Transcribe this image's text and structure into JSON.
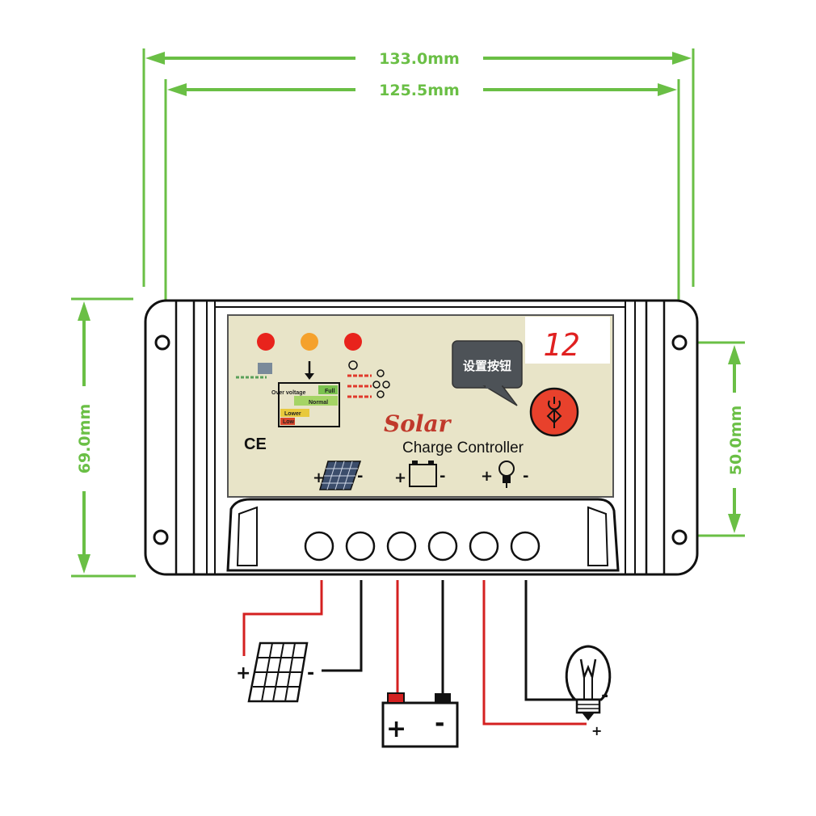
{
  "dimensions": {
    "overall_width": "133.0mm",
    "hole_spacing_width": "125.5mm",
    "overall_height": "69.0mm",
    "hole_spacing_height": "50.0mm"
  },
  "panel": {
    "brand": "Solar",
    "subtitle": "Charge Controller",
    "ce_mark": "CE",
    "display_value": "12",
    "button_tooltip": "设置按钮",
    "over_voltage_label": "Over voltage",
    "full_label": "Full",
    "normal_label": "Normal",
    "lower_label": "Lower",
    "low_label": "Low",
    "indicator_colors": [
      "#e8231c",
      "#f5a12c",
      "#e8231c"
    ],
    "set_button_color": "#e8412c"
  },
  "terminals": {
    "count": 6,
    "panel_plus": "+",
    "panel_minus": "-",
    "battery_plus": "+",
    "battery_minus": "-",
    "load_plus": "+",
    "load_minus": "-"
  },
  "colors": {
    "dimension": "#6abf45",
    "positive_wire": "#d42020",
    "negative_wire": "#111111",
    "face": "#e8e4c8"
  },
  "icons": [
    "solar-panel-icon",
    "battery-icon",
    "bulb-icon",
    "power-button-icon"
  ]
}
